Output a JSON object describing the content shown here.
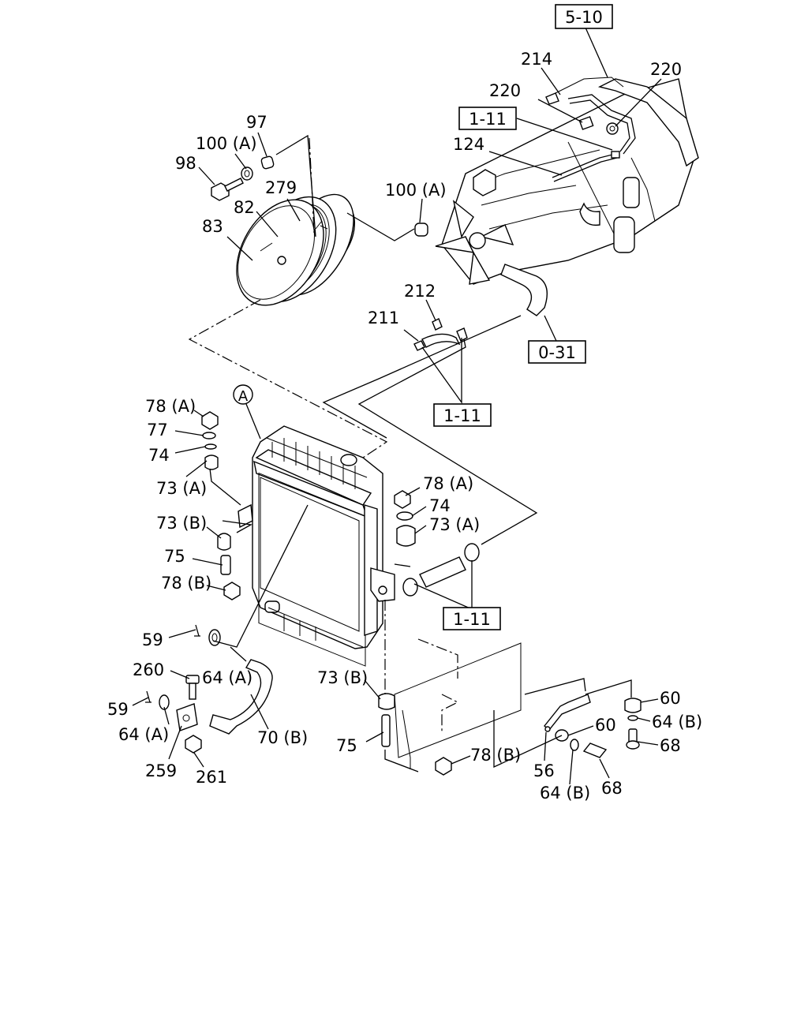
{
  "ref_boxes": {
    "ref_5_10": "5-10",
    "ref_1_11_top": "1-11",
    "ref_0_31": "0-31",
    "ref_1_11_mid": "1-11",
    "ref_1_11_bottom": "1-11"
  },
  "callout_A": "A",
  "labels": {
    "p214": "214",
    "p220_top": "220",
    "p220_left": "220",
    "p124": "124",
    "p97": "97",
    "p100a_top": "100 (A)",
    "p98": "98",
    "p279": "279",
    "p100a_mid": "100 (A)",
    "p82": "82",
    "p83": "83",
    "p212": "212",
    "p211": "211",
    "p78a_left": "78 (A)",
    "p77": "77",
    "p74_left": "74",
    "p73a_left": "73 (A)",
    "p73b_left": "73 (B)",
    "p75_left": "75",
    "p78b_left": "78 (B)",
    "p78a_right": "78 (A)",
    "p74_right": "74",
    "p73a_right": "73 (A)",
    "p59_top": "59",
    "p260": "260",
    "p64a_mid": "64 (A)",
    "p59_bottom": "59",
    "p64a_left": "64 (A)",
    "p70b": "70 (B)",
    "p259": "259",
    "p261": "261",
    "p73b_bottom": "73 (B)",
    "p75_bottom": "75",
    "p78b_bottom": "78 (B)",
    "p60_right": "60",
    "p64b_right": "64 (B)",
    "p68_right": "68",
    "p60_mid": "60",
    "p56": "56",
    "p64b_bottom": "64 (B)",
    "p68_bottom": "68"
  }
}
